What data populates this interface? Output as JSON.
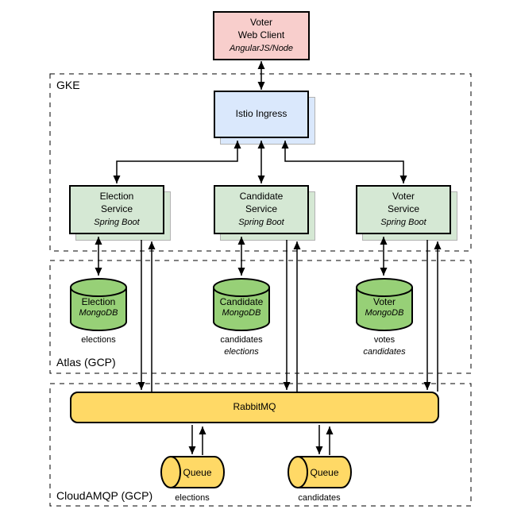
{
  "diagram": {
    "containers": {
      "gke": "GKE",
      "atlas": "Atlas (GCP)",
      "cloudamqp": "CloudAMQP (GCP)"
    },
    "web_client": {
      "line1": "Voter",
      "line2": "Web Client",
      "tech": "AngularJS/Node"
    },
    "ingress": {
      "label": "Istio Ingress"
    },
    "services": [
      {
        "line1": "Election",
        "line2": "Service",
        "tech": "Spring Boot"
      },
      {
        "line1": "Candidate",
        "line2": "Service",
        "tech": "Spring Boot"
      },
      {
        "line1": "Voter",
        "line2": "Service",
        "tech": "Spring Boot"
      }
    ],
    "databases": [
      {
        "name": "Election",
        "tech": "MongoDB",
        "collection1": "elections",
        "collection2": ""
      },
      {
        "name": "Candidate",
        "tech": "MongoDB",
        "collection1": "candidates",
        "collection2": "elections"
      },
      {
        "name": "Voter",
        "tech": "MongoDB",
        "collection1": "votes",
        "collection2": "candidates"
      }
    ],
    "broker": {
      "label": "RabbitMQ"
    },
    "queues": [
      {
        "label": "Queue",
        "name": "elections"
      },
      {
        "label": "Queue",
        "name": "candidates"
      }
    ],
    "colors": {
      "client_fill": "#F8CECC",
      "ingress_fill": "#DAE8FC",
      "service_fill": "#D5E8D4",
      "database_fill": "#97D077",
      "queue_fill": "#FFD966",
      "stroke": "#000000"
    }
  }
}
